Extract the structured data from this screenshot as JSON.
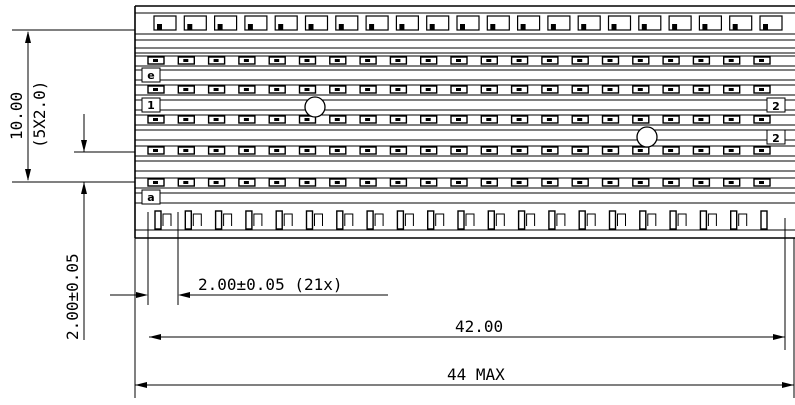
{
  "drawing": {
    "dimensions": {
      "height_total": "10.00",
      "height_note": "(5X2.0)",
      "row_pitch": "2.00±0.05",
      "pin_pitch": "2.00±0.05 (21x)",
      "span_42": "42.00",
      "span_44": "44 MAX"
    },
    "row_markers": [
      "e",
      "1",
      "2",
      "2",
      "a"
    ],
    "pin_count": 21
  }
}
